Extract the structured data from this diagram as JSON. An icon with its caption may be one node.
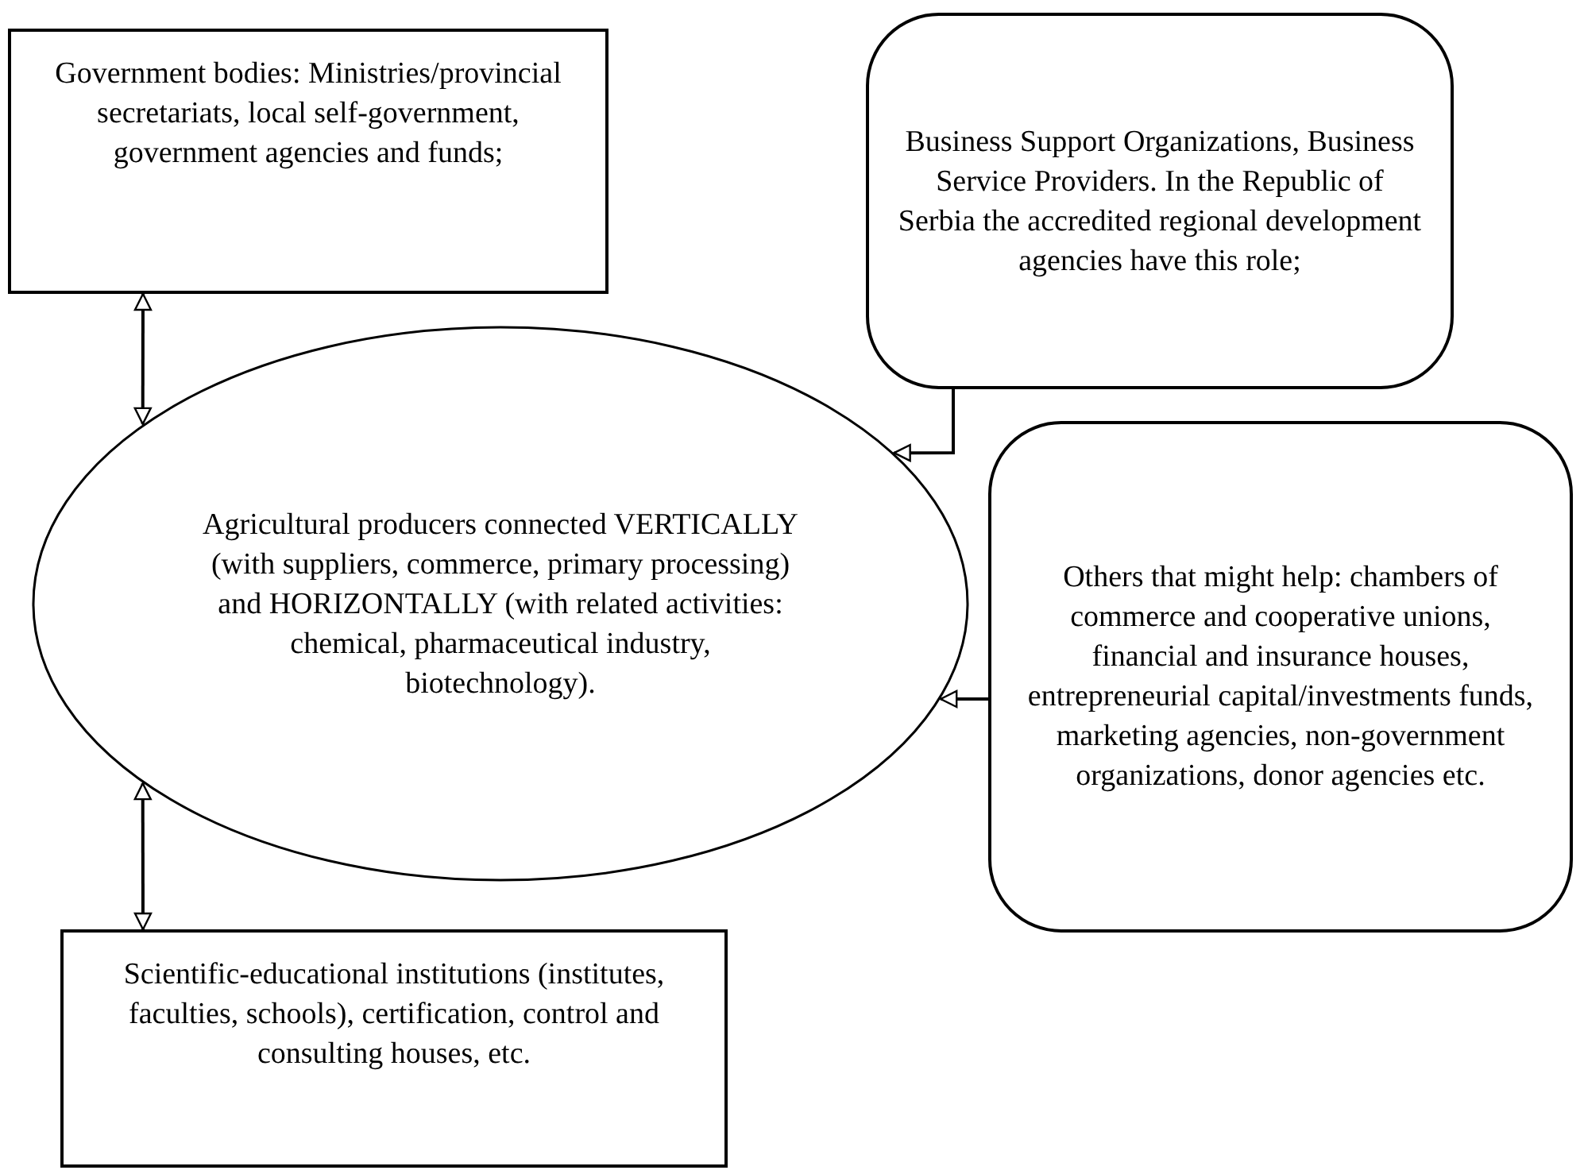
{
  "diagram": {
    "nodes": [
      {
        "text": [
          "Government bodies: Ministries/provincial secretariats, local self-government, government agencies and funds;"
        ]
      },
      {
        "text": [
          "Business Support Organizations, Business Service Providers. In the Republic of Serbia the accredited regional development agencies have this role;"
        ]
      },
      {
        "text": [
          "Agricultural producers connected VERTICALLY (with suppliers, commerce, primary processing) and HORIZONTALLY (with related activities: chemical, pharmaceutical industry, biotechnology)."
        ]
      },
      {
        "text": [
          "Others that might help: chambers of commerce and cooperative unions, financial and insurance houses, entrepreneurial capital/investments funds, marketing agencies, non-government organizations, donor agencies etc."
        ]
      },
      {
        "text": [
          "Scientific-educational institutions (institutes, faculties, schools), certification, control and consulting houses, etc."
        ]
      }
    ],
    "edges": [
      {
        "from": 0,
        "to": 2,
        "arrow": "both"
      },
      {
        "from": 1,
        "to": 2,
        "arrow": "to"
      },
      {
        "from": 3,
        "to": 2,
        "arrow": "to"
      },
      {
        "from": 2,
        "to": 4,
        "arrow": "both"
      }
    ]
  }
}
